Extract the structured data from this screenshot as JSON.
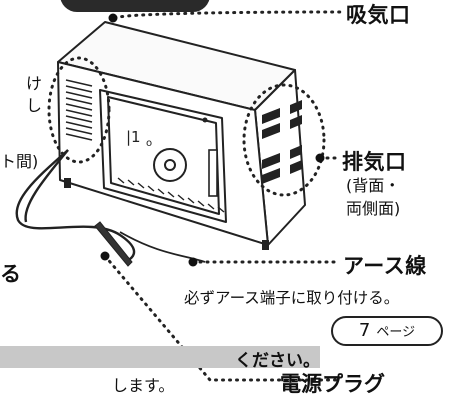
{
  "labels": {
    "intake": "吸気口",
    "exhaust": "排気口",
    "exhaust_sub1": "(背面・",
    "exhaust_sub2": "両側面)",
    "earth": "アース線",
    "earth_note": "必ずアース端子に取り付ける。",
    "page_num": "7",
    "page_unit": "ページ",
    "plug": "電源プラグ"
  },
  "fragments": {
    "left_1": "け",
    "left_2": "し",
    "left_3": "ト間)",
    "left_4": "る",
    "bar_text": "ください。",
    "bottom": "します。"
  },
  "colors": {
    "ink": "#111111",
    "bar": "#c8c8c8",
    "tab": "#2a2a2a"
  }
}
